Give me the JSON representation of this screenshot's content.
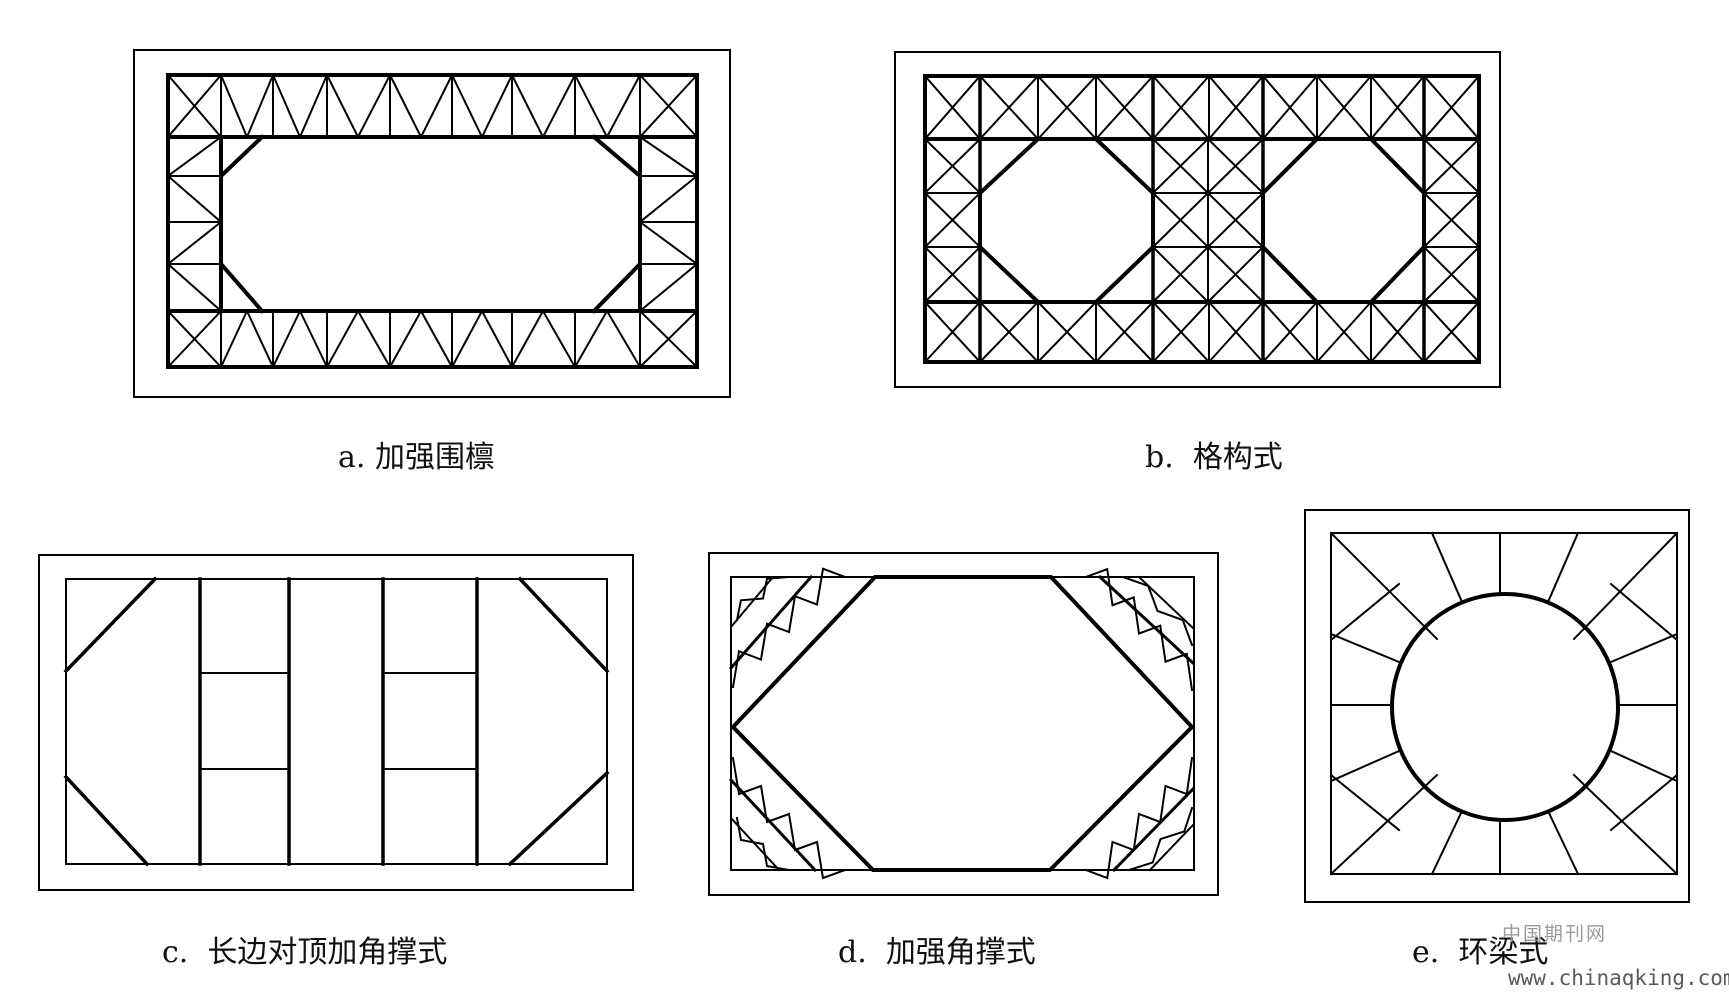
{
  "captions": {
    "a": "a. 加强围檩",
    "b": "b.  格构式",
    "c": "c.  长边对顶加角撑式",
    "d": "d.  加强角撑式",
    "e": "e.  环梁式"
  },
  "watermark": {
    "cn": "中国期刊网",
    "url": "www.chinaqking.com"
  },
  "colors": {
    "line": "#000000",
    "background": "#ffffff",
    "watermark_cn": "#9a9a9a",
    "watermark_url": "#5a5a5a"
  }
}
